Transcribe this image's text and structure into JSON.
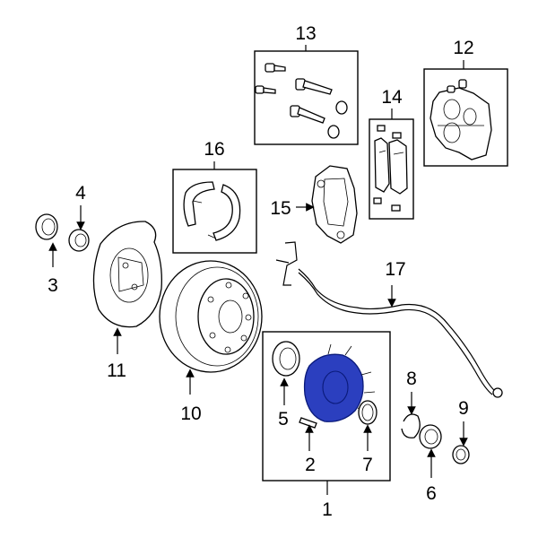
{
  "callouts": {
    "c1": "1",
    "c2": "2",
    "c3": "3",
    "c4": "4",
    "c5": "5",
    "c6": "6",
    "c7": "7",
    "c8": "8",
    "c9": "9",
    "c10": "10",
    "c11": "11",
    "c12": "12",
    "c13": "13",
    "c14": "14",
    "c15": "15",
    "c16": "16",
    "c17": "17"
  },
  "colors": {
    "hub_fill": "#2b3fbf",
    "hub_stroke": "#0a1a7a",
    "line": "#000000",
    "background": "#ffffff"
  }
}
